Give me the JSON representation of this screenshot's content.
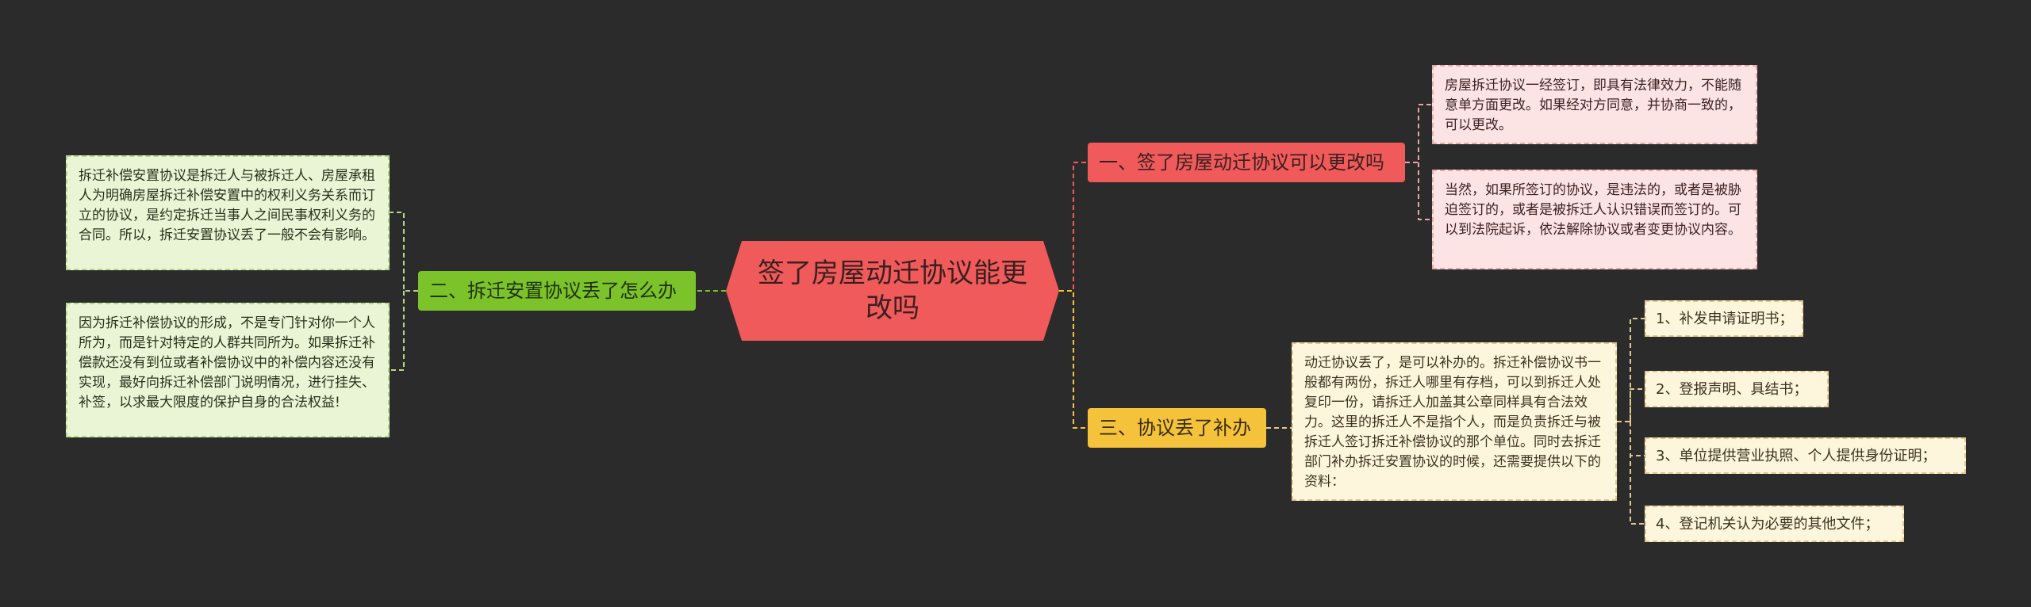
{
  "root": {
    "title": "签了房屋动迁协议能更改吗"
  },
  "branches": [
    {
      "label": "一、签了房屋动迁协议可以更改吗"
    },
    {
      "label": "二、拆迁安置协议丢了怎么办"
    },
    {
      "label": "三、协议丢了补办"
    }
  ],
  "leaves": {
    "b1_detail_1": "房屋拆迁协议一经签订，即具有法律效力，不能随意单方面更改。如果经对方同意，并协商一致的，可以更改。",
    "b1_detail_2": "当然，如果所签订的协议，是违法的，或者是被胁迫签订的，或者是被拆迁人认识错误而签订的。可以到法院起诉，依法解除协议或者变更协议内容。",
    "b2_detail_1": "拆迁补偿安置协议是拆迁人与被拆迁人、房屋承租人为明确房屋拆迁补偿安置中的权利义务关系而订立的协议，是约定拆迁当事人之间民事权利义务的合同。所以，拆迁安置协议丢了一般不会有影响。",
    "b2_detail_2": "因为拆迁补偿协议的形成，不是专门针对你一个人所为，而是针对特定的人群共同所为。如果拆迁补偿款还没有到位或者补偿协议中的补偿内容还没有实现，最好向拆迁补偿部门说明情况，进行挂失、补签，以求最大限度的保护自身的合法权益!",
    "b3_detail": "动迁协议丢了，是可以补办的。拆迁补偿协议书一般都有两份，拆迁人哪里有存档，可以到拆迁人处复印一份，请拆迁人加盖其公章同样具有合法效力。这里的拆迁人不是指个人，而是负责拆迁与被拆迁人签订拆迁补偿协议的那个单位。同时去拆迁部门补办拆迁安置协议的时候，还需要提供以下的资料："
  },
  "requirements": [
    "1、补发申请证明书；",
    "2、登报声明、具结书；",
    "3、单位提供营业执照、个人提供身份证明；",
    "4、登记机关认为必要的其他文件；"
  ],
  "colors": {
    "background": "#2b2b2b",
    "root": "#f05a5a",
    "branch_1": "#f05a5a",
    "branch_2": "#7cc22a",
    "branch_3": "#f5c23c",
    "leaf_pink": "#fde4e4",
    "leaf_green": "#eaf5d6",
    "leaf_cream": "#fdf6dc"
  }
}
